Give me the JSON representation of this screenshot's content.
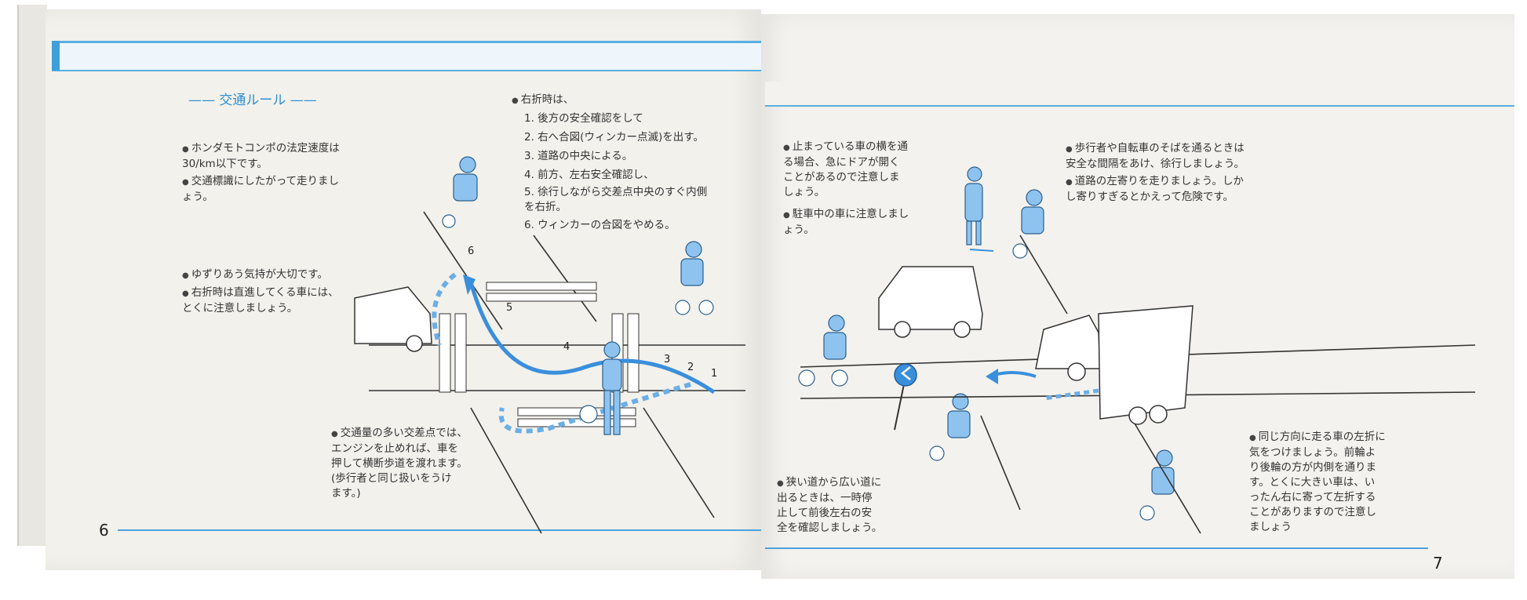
{
  "left_page": {
    "section_title": "交通ルール",
    "page_number": "6",
    "notes": [
      "ホンダモトコンポの法定速度は\n30/km以下です。",
      "交通標識にしたがって走りまし\nょう。",
      "ゆずりあう気持が大切です。",
      "右折時は直進してくる車には、\nとくに注意しましょう。"
    ],
    "right_turn": {
      "title": "右折時は、",
      "steps": [
        "1. 後方の安全確認をして",
        "2. 右へ合図(ウィンカー点滅)を出す。",
        "3. 道路の中央による。",
        "4. 前方、左右安全確認し、",
        "5. 徐行しながら交差点中央のすぐ内側\n    を右折。",
        "6. ウィンカーの合図をやめる。"
      ]
    },
    "busy_intersection": "交通量の多い交差点では、\nエンジンを止めれば、車を\n押して横断歩道を渡れます。\n(歩行者と同じ扱いをうけ\nます。)",
    "path_numbers": [
      "1",
      "2",
      "3",
      "4",
      "5",
      "6"
    ]
  },
  "right_page": {
    "page_number": "7",
    "notes_parked": [
      "止まっている車の横を通\nる場合、急にドアが開く\nことがあるので注意しま\nしょう。",
      "駐車中の車に注意しまし\nょう。"
    ],
    "notes_pedestrian": [
      "歩行者や自転車のそばを通るときは\n安全な間隔をあけ、徐行しましょう。",
      "道路の左寄りを走りましょう。しか\nし寄りすぎるとかえって危険です。"
    ],
    "narrow_road": "狭い道から広い道に\n出るときは、一時停\n止して前後左右の安\n全を確認しましょう。",
    "left_turn_vehicle": "同じ方向に走る車の左折に\n気をつけましょう。前輪よ\nり後輪の方が内側を通りま\nす。とくに大きい車は、い\nったん右に寄って左折する\nことがありますので注意し\nましょう"
  },
  "colors": {
    "accent_blue": "#3f9fd9",
    "figure_blue": "#6aaee6",
    "paper": "#f3f1ec"
  }
}
